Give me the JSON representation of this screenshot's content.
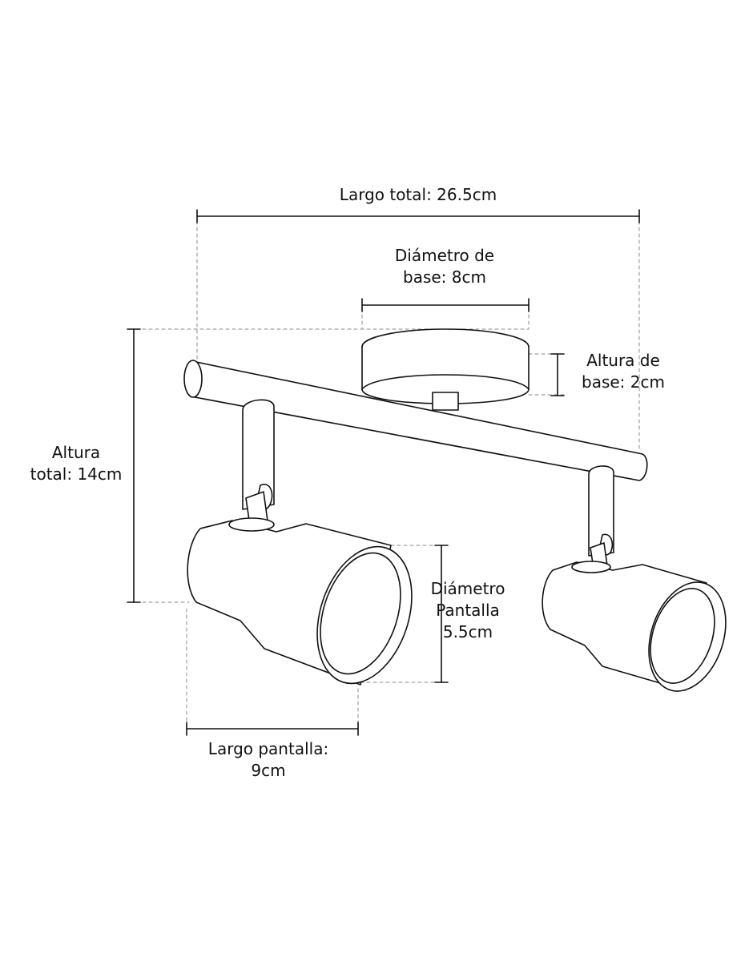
{
  "dimensions": {
    "largo_total": "Largo total: 26.5cm",
    "diametro_base": [
      "Diámetro de",
      "base: 8cm"
    ],
    "altura_base": [
      "Altura de",
      "base: 2cm"
    ],
    "altura_total": [
      "Altura",
      "total: 14cm"
    ],
    "diametro_pantalla": [
      "Diámetro",
      "Pantalla",
      "5.5cm"
    ],
    "largo_pantalla": [
      "Largo pantalla:",
      "9cm"
    ]
  },
  "colors": {
    "line": "#111111",
    "guide": "#888888",
    "background": "#ffffff"
  }
}
